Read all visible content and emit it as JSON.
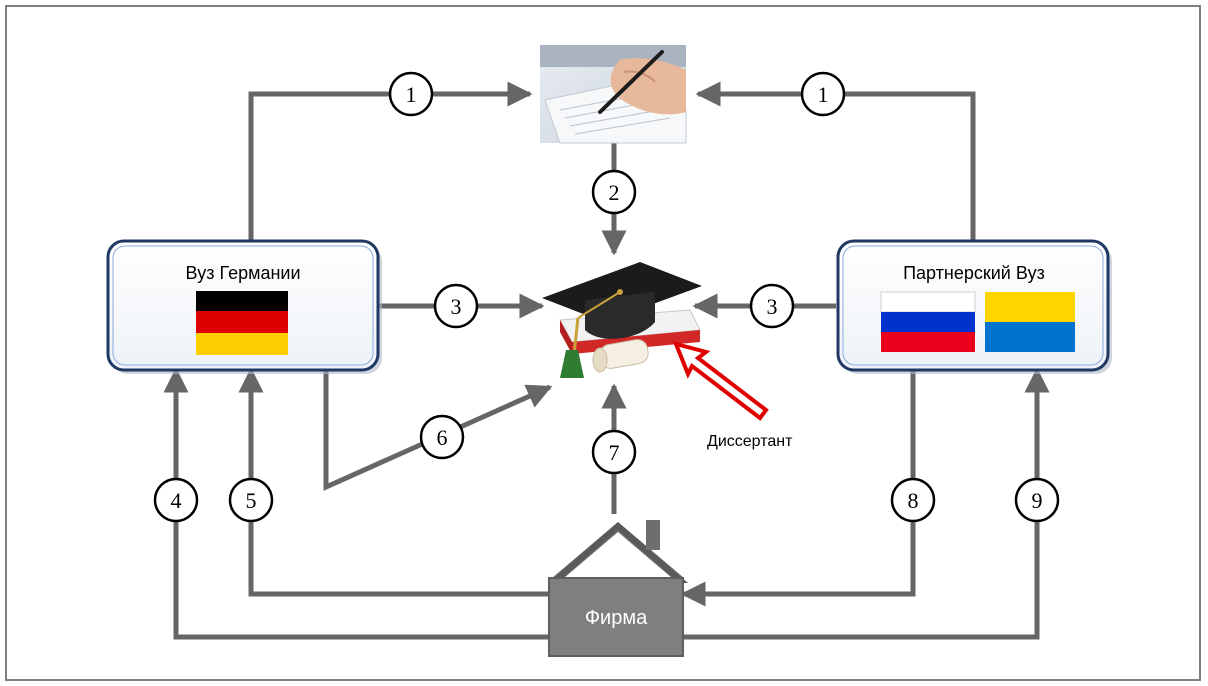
{
  "nodes": {
    "german_uni": {
      "label": "Вуз Германии"
    },
    "partner_uni": {
      "label": "Партнерский Вуз"
    },
    "firm": {
      "label": "Фирма"
    },
    "dissertant": {
      "label": "Диссертант"
    }
  },
  "edges": {
    "e1_left": "1",
    "e1_right": "1",
    "e2": "2",
    "e3_left": "3",
    "e3_right": "3",
    "e4": "4",
    "e5": "5",
    "e6": "6",
    "e7": "7",
    "e8": "8",
    "e9": "9"
  },
  "colors": {
    "connector": "#666666",
    "box_border": "#1f3864",
    "firm_fill": "#7f7f7f",
    "highlight_arrow": "#e00000"
  }
}
